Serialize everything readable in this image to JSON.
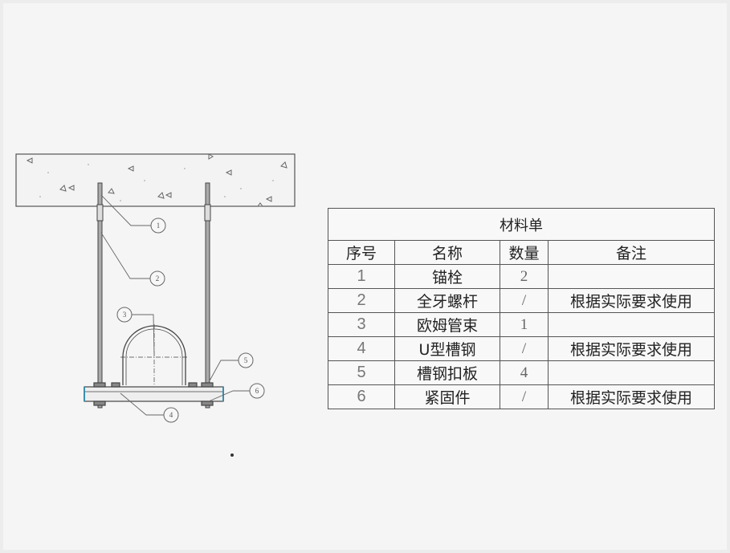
{
  "drawing": {
    "callouts": [
      "1",
      "2",
      "3",
      "4",
      "5",
      "6"
    ]
  },
  "bom": {
    "title": "材料单",
    "headers": [
      "序号",
      "名称",
      "数量",
      "备注"
    ],
    "rows": [
      {
        "no": "1",
        "name": "锚栓",
        "qty": "2",
        "note": ""
      },
      {
        "no": "2",
        "name": "全牙螺杆",
        "qty": "/",
        "note": "根据实际要求使用"
      },
      {
        "no": "3",
        "name": "欧姆管束",
        "qty": "1",
        "note": ""
      },
      {
        "no": "4",
        "name": "U型槽钢",
        "qty": "/",
        "note": "根据实际要求使用"
      },
      {
        "no": "5",
        "name": "槽钢扣板",
        "qty": "4",
        "note": ""
      },
      {
        "no": "6",
        "name": "紧固件",
        "qty": "/",
        "note": "根据实际要求使用"
      }
    ]
  }
}
